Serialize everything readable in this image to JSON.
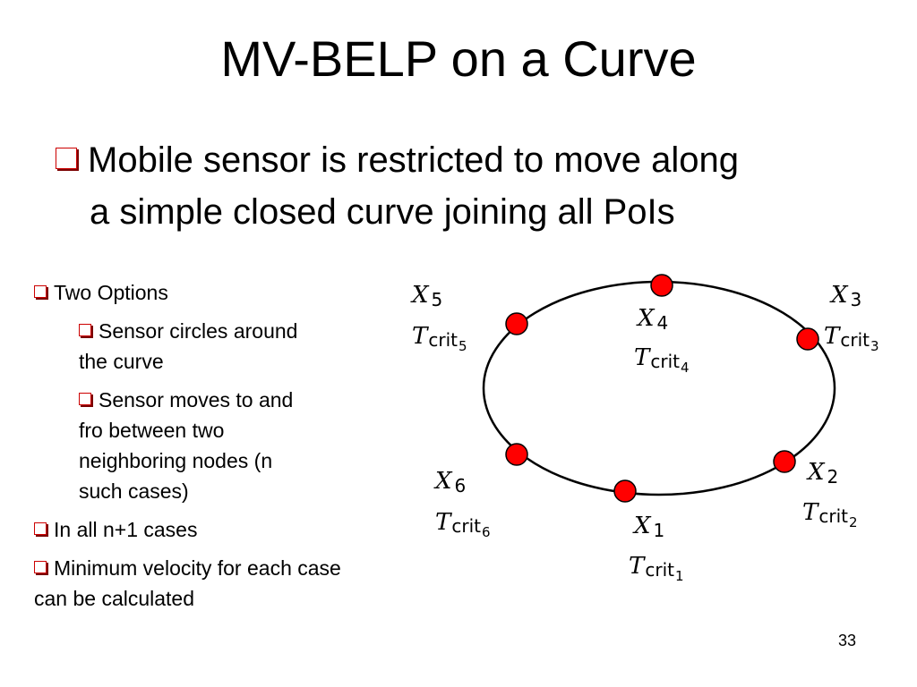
{
  "slide": {
    "title": "MV-BELP on a Curve",
    "main_bullet": {
      "line1": "Mobile sensor is restricted to move along",
      "line2": "a simple closed curve joining all PoIs"
    },
    "side_bullets": [
      {
        "level": 1,
        "text": "Two Options"
      },
      {
        "level": 2,
        "text": "Sensor circles around the curve"
      },
      {
        "level": 2,
        "text": "Sensor moves to and fro between two neighboring nodes (n such cases)"
      },
      {
        "level": 1,
        "text": "In all n+1 cases"
      },
      {
        "level": 1,
        "text": "Minimum velocity for each case can be calculated"
      }
    ],
    "page_number": "33"
  },
  "diagram": {
    "node_color": "#ff0000",
    "curve_color": "#000000",
    "nodes": [
      {
        "id": "1",
        "x_label": "X",
        "x_sub": "1",
        "t_label": "T",
        "t_sub": "crit",
        "t_subsub": "1"
      },
      {
        "id": "2",
        "x_label": "X",
        "x_sub": "2",
        "t_label": "T",
        "t_sub": "crit",
        "t_subsub": "2"
      },
      {
        "id": "3",
        "x_label": "X",
        "x_sub": "3",
        "t_label": "T",
        "t_sub": "crit",
        "t_subsub": "3"
      },
      {
        "id": "4",
        "x_label": "X",
        "x_sub": "4",
        "t_label": "T",
        "t_sub": "crit",
        "t_subsub": "4"
      },
      {
        "id": "5",
        "x_label": "X",
        "x_sub": "5",
        "t_label": "T",
        "t_sub": "crit",
        "t_subsub": "5"
      },
      {
        "id": "6",
        "x_label": "X",
        "x_sub": "6",
        "t_label": "T",
        "t_sub": "crit",
        "t_subsub": "6"
      }
    ]
  }
}
